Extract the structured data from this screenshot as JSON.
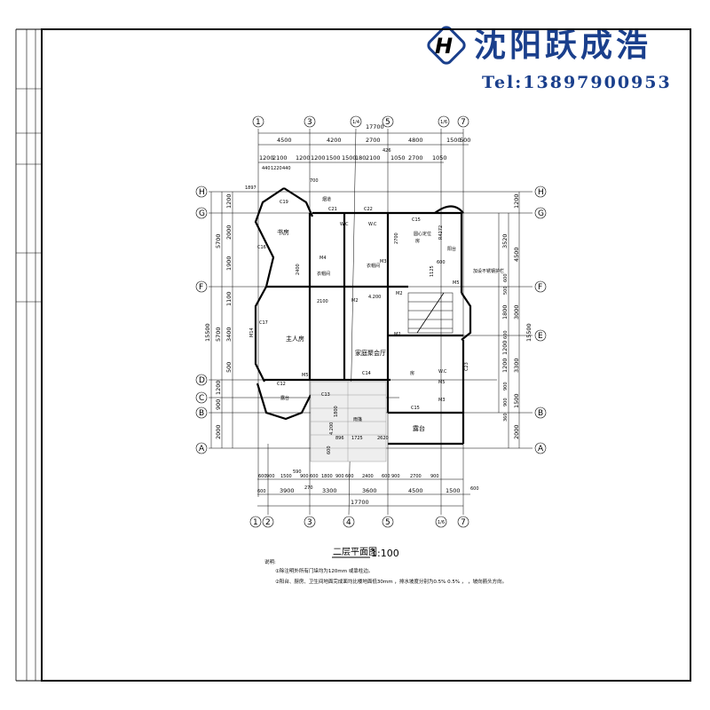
{
  "brand": {
    "name": "沈阳跃成浩",
    "tel": "Tel:13897900953",
    "color": "#1a3f8c"
  },
  "drawing": {
    "title": "二层平面图",
    "scale": "1:100",
    "notes_label": "说明:",
    "notes": [
      "①除注明外所有门垛均为120mm    或靠柱边。",
      "②阳台、厨房、卫生间地面完成面均比楼地面低30mm    ，排水坡度分别为0.5% 0.5%    ，    ，坡向箭头方向。"
    ]
  },
  "axes": {
    "top": [
      "1",
      "3",
      "1/4",
      "5",
      "1/6",
      "7"
    ],
    "bottom": [
      "1",
      "2",
      "3",
      "4",
      "5",
      "1/6",
      "7"
    ],
    "left": [
      "H",
      "G",
      "F",
      "D",
      "C",
      "B",
      "A"
    ],
    "right": [
      "H",
      "G",
      "F",
      "E",
      "B",
      "A"
    ]
  },
  "dims": {
    "top_total": "17700",
    "top_row1": [
      "4500",
      "4200",
      "2700",
      "4800",
      "1500",
      "500"
    ],
    "top_row2": [
      "1200",
      "2100",
      "1200",
      "1200",
      "1500",
      "1500",
      "180",
      "2100",
      "1050",
      "2700",
      "1050"
    ],
    "top_small": [
      "440",
      "1220",
      "440",
      "426",
      "700",
      "1897"
    ],
    "bottom_row1": [
      "600",
      "900",
      "1500",
      "590",
      "900",
      "600",
      "1800",
      "900",
      "600",
      "2400",
      "600",
      "900",
      "2700",
      "900"
    ],
    "bottom_row2": [
      "600",
      "3900",
      "270",
      "3300",
      "3600",
      "4500",
      "1500",
      "600"
    ],
    "bottom_total": "17700",
    "left_total": "15500",
    "left_row1": [
      "5700",
      "5700",
      "1200",
      "900",
      "2000"
    ],
    "left_row2": [
      "1200",
      "2000",
      "1900",
      "1100",
      "3400",
      "500"
    ],
    "right_total": "15500",
    "right_row1": [
      "1200",
      "4500",
      "3000",
      "3300",
      "1500",
      "2000"
    ],
    "right_row2": [
      "3520",
      "600",
      "500",
      "1800",
      "600",
      "1200",
      "1200",
      "900",
      "900",
      "360"
    ],
    "inner": [
      "2400",
      "2100",
      "4.200",
      "2700",
      "1125",
      "600",
      "R4272",
      "1800",
      "4.200",
      "896",
      "1725",
      "2620",
      "600"
    ]
  },
  "rooms": {
    "study": "书房",
    "cloak1": "衣帽间",
    "cloak2": "衣帽间",
    "bed": "房",
    "center_note": "圆心定位",
    "balcony": "阳台",
    "guardrail": "加设不锈钢护栏",
    "master": "主人房",
    "family_hall": "家庭聚会厅",
    "room2": "房",
    "terrace1": "露台",
    "terrace2": "露台",
    "canopy": "雨篷",
    "wc1": "W.C",
    "wc2": "W.C",
    "wc3": "W.C",
    "flue": "烟道"
  },
  "marks": {
    "windows": [
      "C19",
      "C21",
      "C22",
      "C15",
      "C12",
      "C13",
      "C14",
      "C15",
      "C23",
      "C16",
      "C17"
    ],
    "doors": [
      "M2",
      "M3",
      "M2",
      "M5",
      "M5",
      "M3",
      "M5",
      "M2",
      "M4",
      "M14"
    ]
  }
}
